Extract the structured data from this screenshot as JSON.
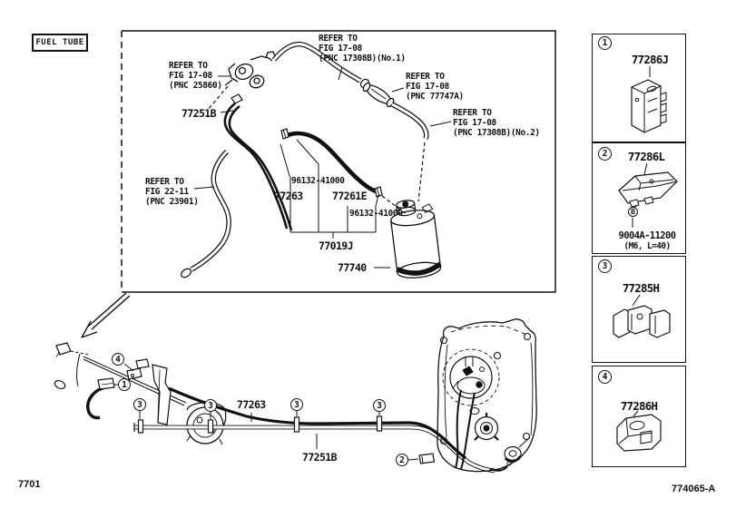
{
  "page": {
    "header_label": "FUEL TUBE",
    "footer_left_code": "7701",
    "footer_right_code": "774065-A"
  },
  "colors": {
    "ink": "#111111",
    "background": "#ffffff"
  },
  "main_diagram": {
    "refer_notes": [
      {
        "id": "pnc-25860",
        "lines": [
          "REFER TO",
          "FIG 17-08",
          "(PNC 25860)"
        ]
      },
      {
        "id": "pnc-17308b-no1",
        "lines": [
          "REFER TO",
          "FIG 17-08",
          "(PNC 17308B)(No.1)"
        ]
      },
      {
        "id": "pnc-77747a",
        "lines": [
          "REFER TO",
          "FIG 17-08",
          "(PNC 77747A)"
        ]
      },
      {
        "id": "pnc-17308b-no2",
        "lines": [
          "REFER TO",
          "FIG 17-08",
          "(PNC 17308B)(No.2)"
        ]
      },
      {
        "id": "pnc-23901",
        "lines": [
          "REFER TO",
          "FIG 22-11",
          "(PNC 23901)"
        ]
      }
    ],
    "part_labels": [
      {
        "id": "77251B",
        "text": "77251B"
      },
      {
        "id": "96132-41000-a",
        "text": "96132-41000"
      },
      {
        "id": "77263",
        "text": "77263"
      },
      {
        "id": "77261E",
        "text": "77261E"
      },
      {
        "id": "96132-41000-b",
        "text": "96132-41000"
      },
      {
        "id": "77019J",
        "text": "77019J"
      },
      {
        "id": "77740",
        "text": "77740"
      }
    ]
  },
  "vehicle_diagram": {
    "part_labels": [
      {
        "id": "77263-lower",
        "text": "77263"
      },
      {
        "id": "77251B-lower",
        "text": "77251B"
      }
    ],
    "callouts": [
      {
        "num": "4"
      },
      {
        "num": "1"
      },
      {
        "num": "3"
      },
      {
        "num": "3"
      },
      {
        "num": "3"
      },
      {
        "num": "3"
      },
      {
        "num": "2"
      }
    ]
  },
  "legend": {
    "items": [
      {
        "num": "1",
        "part_no": "77286J"
      },
      {
        "num": "2",
        "part_no": "77286L",
        "fastener": {
          "marker": "B",
          "part_no": "9004A-11200",
          "spec": "(M6, L=40)"
        }
      },
      {
        "num": "3",
        "part_no": "77285H"
      },
      {
        "num": "4",
        "part_no": "77286H"
      }
    ]
  }
}
